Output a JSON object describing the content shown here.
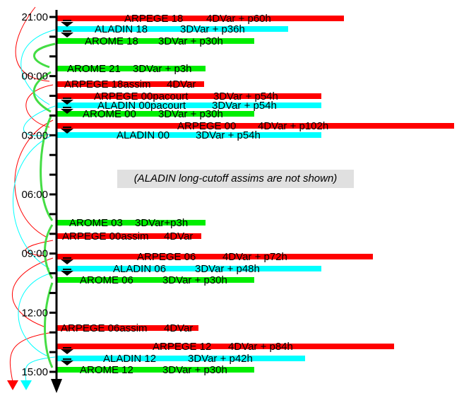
{
  "colors": {
    "arpege": "#ff0000",
    "aladin": "#00ffff",
    "arome": "#00ee00",
    "axis": "#000000"
  },
  "time_labels": [
    "21:00",
    "00:00",
    "03:00",
    "06:00",
    "09:00",
    "12:00",
    "15:00"
  ],
  "note": "(ALADIN long-cutoff assims are not shown)",
  "rows": [
    {
      "model": "arpege",
      "name": "ARPEGE 18",
      "method": "4DVar + p60h"
    },
    {
      "model": "aladin",
      "name": "ALADIN 18",
      "method": "3DVar + p36h"
    },
    {
      "model": "arome",
      "name": "AROME 18",
      "method": "3DVar + p30h"
    },
    {
      "model": "arome",
      "name": "AROME 21",
      "method": "3DVar + p3h"
    },
    {
      "model": "arpege",
      "name": "ARPEGE 18assim",
      "method": "4DVar"
    },
    {
      "model": "arpege",
      "name": "ARPEGE 00pacourt",
      "method": "3DVar + p54h"
    },
    {
      "model": "aladin",
      "name": "ALADIN 00pacourt",
      "method": "3DVar + p54h"
    },
    {
      "model": "arome",
      "name": "AROME 00",
      "method": "3DVar + p30h"
    },
    {
      "model": "arpege",
      "name": "ARPEGE 00",
      "method": "4DVar + p102h"
    },
    {
      "model": "aladin",
      "name": "ALADIN 00",
      "method": "3DVar + p54h"
    },
    {
      "model": "arome",
      "name": "AROME 03",
      "method": "3DVar+p3h"
    },
    {
      "model": "arpege",
      "name": "ARPEGE 00assim",
      "method": "4DVar"
    },
    {
      "model": "arpege",
      "name": "ARPEGE 06",
      "method": "4DVar + p72h"
    },
    {
      "model": "aladin",
      "name": "ALADIN 06",
      "method": "3DVar + p48h"
    },
    {
      "model": "arome",
      "name": "AROME 06",
      "method": "3DVar + p30h"
    },
    {
      "model": "arpege",
      "name": "ARPEGE 06assim",
      "method": "4DVar"
    },
    {
      "model": "arpege",
      "name": "ARPEGE 12",
      "method": "4DVar + p84h"
    },
    {
      "model": "aladin",
      "name": "ALADIN 12",
      "method": "3DVar + p42h"
    },
    {
      "model": "arome",
      "name": "AROME 12",
      "method": "3DVar + p30h"
    }
  ]
}
